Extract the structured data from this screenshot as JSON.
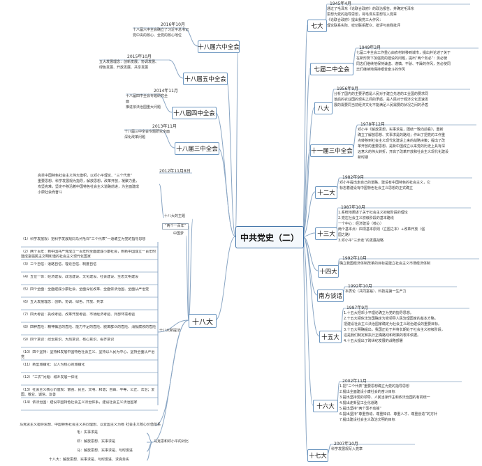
{
  "center": "中共党史（二）",
  "right": [
    {
      "id": "r1",
      "topic": "七大",
      "date": "1945年4月",
      "lines": [
        "通过了毛泽东《论联合政府》的政治报告，并确定毛泽东",
        "思想为党的指导思想，将毛泽东思想写入党章",
        "《论联合政府》提出我党三大作风：",
        "理论联系实际、密切联系群众、批评与自我批评"
      ]
    },
    {
      "id": "r2",
      "topic": "七届二中全会",
      "date": "1949年3月",
      "lines": [
        "七届二中全会工作重心由农村转移到城市，提出并论述了关于",
        "在新形势下加强党的建设的问题，提出“两个务必”：务必使",
        "同志们继续地保持谦虚、谨慎、不骄、不躁的作风，务必使同",
        "志们继续地保持艰苦奋斗的作风"
      ]
    },
    {
      "id": "r3",
      "topic": "八大",
      "date": "1956年9月",
      "lines": [
        "分析了国内的主要矛盾是人民对于建立先进的工业国的要求同",
        "落后的农业国的现实之间的矛盾，是人民对于经济文化迅速发",
        "展的需要同当前经济文化不能满足人民需要的状况之间的矛盾"
      ]
    },
    {
      "id": "r4",
      "topic": "十一届三中全会",
      "date": "1978年12月",
      "lines": [
        "邓小平《解放思想，实事求是，团结一致向前看》，重新",
        "确立了解放思想、实事求是的路线；作出了把党的工作重",
        "点转移到社会主义现代化建设上来的战略决策；提出了改",
        "革开放的重要思想。是新中国成立以来党的历史上具有深",
        "远意义的伟大转折，开启了改革开放和社会主义现代化建设",
        "新时期"
      ]
    },
    {
      "id": "r5",
      "topic": "十二大",
      "date": "1982年9月",
      "lines": [
        "邓小平提出走自己的道路，建设有中国特色的社会主义，它",
        "标志着建设有中国特色社会主义思想的正式确立"
      ]
    },
    {
      "id": "r6",
      "topic": "十三大",
      "date": "1987年10月",
      "lines": [
        "1.系统地阐述了关于社会主义初级阶段的理论",
        "2.党在社会主义初级阶段的基本路线",
        "   一个中心：经济建设（核心）",
        "两个基本点：四项基本原则（立国之本）+改革开放（强",
        "国之路）",
        "3.邓小平“三步走”的发展战略"
      ]
    },
    {
      "id": "r7",
      "topic": "十四大",
      "date": "1992年10月",
      "lines": [
        "确立我国经济体制改革的目标是建立社会主义市场经济体制"
      ]
    },
    {
      "id": "r8",
      "topic": "南方谈话",
      "date": "1992年10月",
      "lines": [
        "本质论（共同富裕）、科技是第一生产力"
      ]
    },
    {
      "id": "r9",
      "topic": "十五大",
      "date": "1997年9月",
      "lines": [
        "1.十五大把邓小平理论确立为党的指导思想。",
        "2.十五大把依法治国确定为党领导人民治理国家的基本方略，",
        "把建设社会主义法治国家确定为社会主义政治建设的重要目标。",
        "3.十五大明确提出，我国正处于并将长期处于社会主义初级阶段，",
        "这是我们制定和执行正确路线和政策的根本依据。",
        "4.十五大提出了跨世纪发展的战略部署"
      ]
    },
    {
      "id": "r10",
      "topic": "十六大",
      "date": "2002年11月",
      "lines": [
        "1.把“三个代表”重要思想确立为党的指导思想",
        "2.提出全面建设小康社会的奋斗目标",
        "3.提出坚持党的领导、人民当家作主和依法治国的有机统一",
        "4.提出走新型工业化道路",
        "5.提出坚持“两个毫不动摇”",
        "6.提出坚持“尊重劳动、尊重知识、尊重人才、尊重创造”的方针",
        "7.提出建设社会主义政治文明的目标"
      ]
    },
    {
      "id": "r11",
      "topic": "十七大",
      "date": "2007年10月",
      "lines": [
        "科学发展观写入党章"
      ]
    }
  ],
  "left_sessions": [
    {
      "id": "l1",
      "topic": "十八届六中全会",
      "date": "2016年10月",
      "lines": [
        "十八届六中全会确立了习近平总书记",
        "党中央的核心、全党的核心地位"
      ]
    },
    {
      "id": "l2",
      "topic": "十八届五中全会",
      "date": "2015年10月",
      "lines": [
        "五大发展理念：创新发展、协调发展、",
        "绿色发展、开放发展、共享发展"
      ]
    },
    {
      "id": "l3",
      "topic": "十八届四中全会",
      "date": "2014年11月",
      "lines": [
        "十八届四中全会专题研究全面",
        "推进依法治国重大问题"
      ]
    },
    {
      "id": "l4",
      "topic": "十八届三中全会",
      "date": "2013年11月",
      "lines": [
        "十八届三中全会专题研究全面",
        "深化改革问题"
      ]
    }
  ],
  "eighteen": {
    "topic": "十八大",
    "date": "2012年11月8日",
    "theme_label": "十八大的主题",
    "theme_text": [
      "高举中国特色社会主义伟大旗帜，以邓小平理论、“三个代表”",
      "重要思想、科学发展观为指导，解放思想，改革开放，凝聚力量，",
      "攻坚克难，坚定不移沿着中国特色社会主义道路前进，为全面建成",
      "小康社会而奋斗"
    ],
    "dream_label": "“两个一百年”",
    "dream_sub": "中国梦",
    "new_label": "十八大新提法",
    "new_items": [
      "（1）科学发展观：把科学发展观同马列毛邓“三个代表”一道确立为党的指导思想",
      "（2）两个百年：到中国共产党成立一百年时全面建成小康社会，到新中国成立一百年时建成富强民主文明和谐的社会主义现代化国家",
      "（3）三个自信：道路自信、理论自信、制度自信",
      "（4）五位一体：经济建设、政治建设、文化建设、社会建设、生态文明建设",
      "（5）四个全面：全面建成小康社会、全面深化改革、全面依法治国、全面从严治党",
      "（6）五大发展理念：创新、协调、绿色、开放、共享",
      "（7）四大考验：执政考验、改革开放考验、市场经济考验、外部环境考验",
      "（8）四种危险：精神懈怠的危险、能力不足的危险、脱离群众的危险、消极腐败的危险",
      "（9）四个意识：政治意识、大局意识、核心意识、看齐意识",
      "（10）四个坚持：坚持和发展中国特色社会主义、坚持以人民为中心、坚持全面从严治党",
      "（11）新型城镇化：以人为核心的城镇化",
      "（12）“三农”问题：城乡发展一体化",
      "（13）社会主义核心价值观：富强、民主、文明、和谐；自由、平等、公正、法治；爱国、敬业、诚信、友善",
      "（14）依法治国：建设中国特色社会主义法治体系，建设社会主义法治国家"
    ],
    "values_label": "社会主义核心价值体系",
    "values_left": "马克思主义指导思想、中国特色社会主义共同理想、以爱国主义为核心的民族精神和以改革创新为核心的时代精神、社会主义荣辱观",
    "mao_label": "马克思和邓小平的对比",
    "mao_items": [
      "毛：实事求是",
      "邓：解放思想、实事求是",
      "马：解放思想、实事求是、与时俱进",
      "十八大：解放思想、实事求是、与时俱进、求真务实"
    ]
  }
}
